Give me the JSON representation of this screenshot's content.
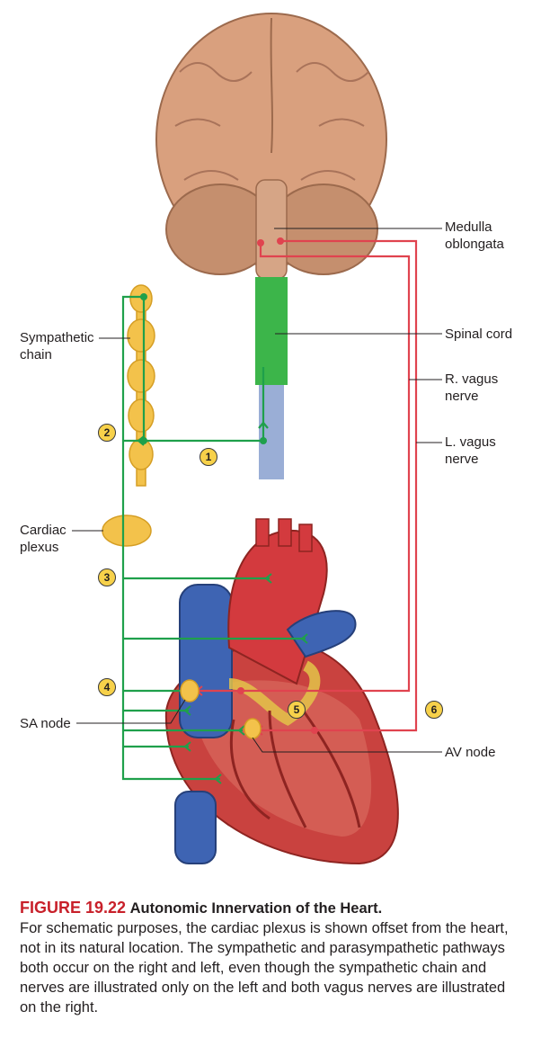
{
  "labels": {
    "medulla": "Medulla\noblongata",
    "spinal_cord": "Spinal cord",
    "r_vagus": "R. vagus\nnerve",
    "l_vagus": "L. vagus\nnerve",
    "sympathetic_chain": "Sympathetic\nchain",
    "cardiac_plexus": "Cardiac\nplexus",
    "sa_node": "SA node",
    "av_node": "AV node"
  },
  "badges": [
    "1",
    "2",
    "3",
    "4",
    "5",
    "6"
  ],
  "caption": {
    "figure_number": "FIGURE 19.22",
    "title": "Autonomic Innervation of the Heart.",
    "text": "For schematic purposes, the cardiac plexus is shown offset from the heart, not in its natural location. The sympathetic and parasympathetic pathways both occur on the right and left, even though the sympathetic chain and nerves are illustrated only on the left and both vagus nerves are illustrated on the right."
  },
  "colors": {
    "sympathetic": "#1fa04b",
    "parasympathetic": "#e0434f",
    "badge": "#f7d14a",
    "accent": "#c8202a"
  }
}
